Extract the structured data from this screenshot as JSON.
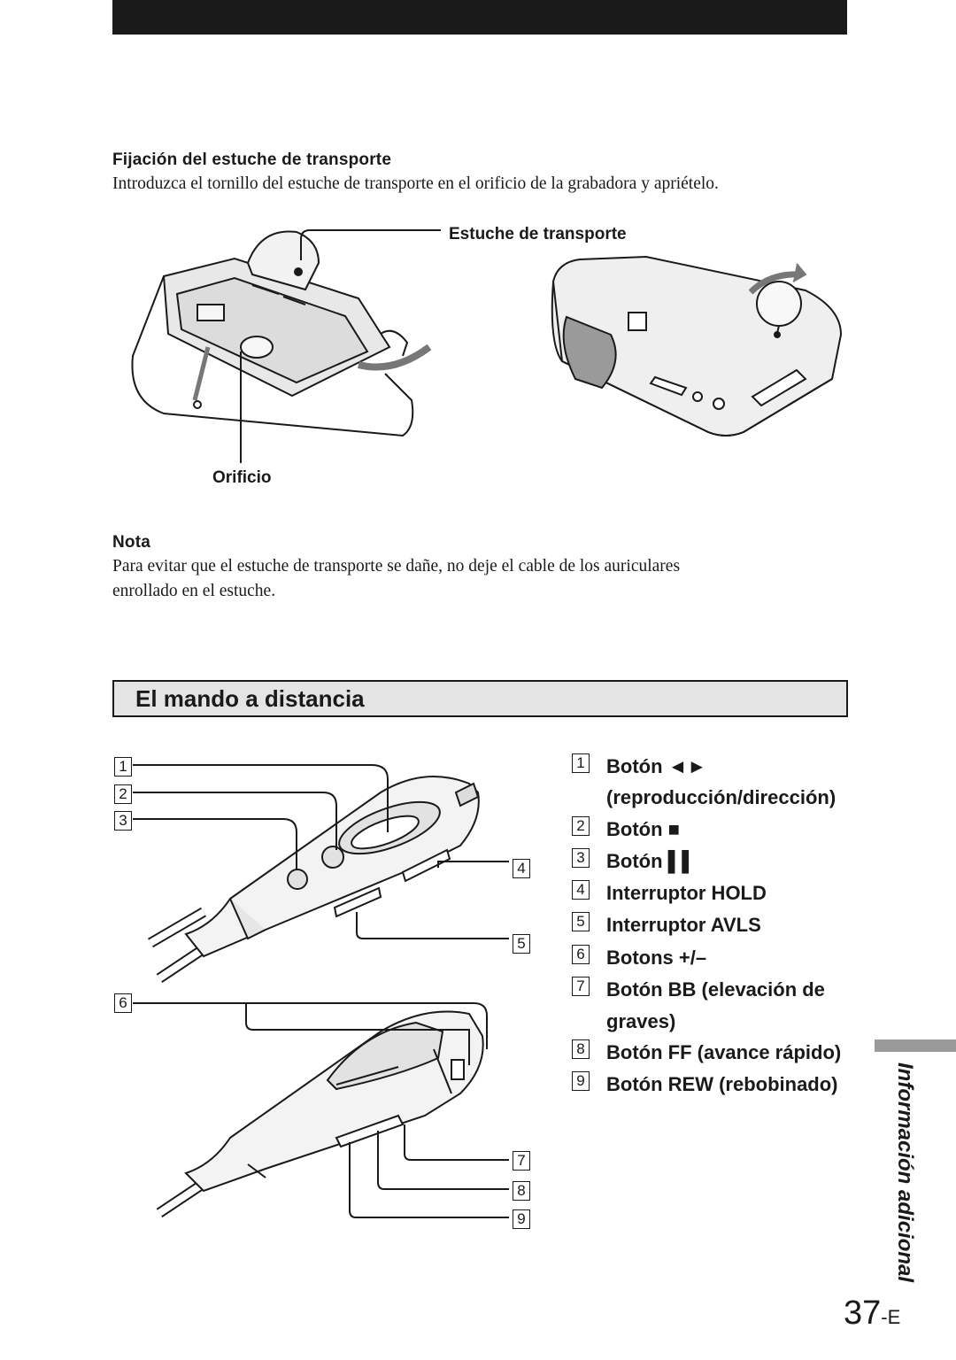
{
  "header": {
    "bar": ""
  },
  "carrying_case": {
    "heading": "Fijación del estuche de transporte",
    "text": "Introduzca el tornillo del estuche de transporte en el orificio de la grabadora y apriételo.",
    "label_case": "Estuche de transporte",
    "label_hole": "Orificio"
  },
  "note": {
    "heading": "Nota",
    "line1": "Para evitar que el estuche de transporte se dañe, no deje el cable de los auriculares",
    "line2": "enrollado en el estuche."
  },
  "remote": {
    "section_title": "El mando a distancia",
    "callouts": [
      "1",
      "2",
      "3",
      "4",
      "5",
      "6",
      "7",
      "8",
      "9"
    ],
    "items": [
      {
        "n": "1",
        "text": "Botón ◄►"
      },
      {
        "n": "",
        "text": "(reproducción/dirección)"
      },
      {
        "n": "2",
        "text": "Botón ■"
      },
      {
        "n": "3",
        "text": "Botón ▌▌"
      },
      {
        "n": "4",
        "text": "Interruptor HOLD"
      },
      {
        "n": "5",
        "text": "Interruptor AVLS"
      },
      {
        "n": "6",
        "text": "Botons +/–"
      },
      {
        "n": "7",
        "text": "Botón BB (elevación de"
      },
      {
        "n": "",
        "text": "graves)"
      },
      {
        "n": "8",
        "text": "Botón FF (avance rápido)"
      },
      {
        "n": "9",
        "text": "Botón REW (rebobinado)"
      }
    ]
  },
  "side_tab": {
    "text": "Información adicional"
  },
  "page": {
    "number": "37",
    "suffix": "-E"
  }
}
